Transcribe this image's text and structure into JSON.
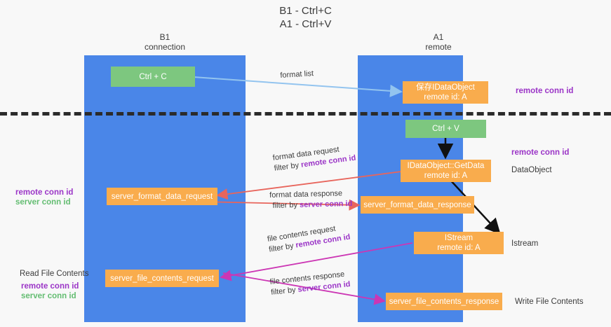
{
  "title": "B1 - Ctrl+C\nA1 - Ctrl+V",
  "columns": [
    {
      "name": "b1",
      "header": "B1\nconnection"
    },
    {
      "name": "a1",
      "header": "A1\nremote"
    }
  ],
  "nodes": {
    "ctrl_c": "Ctrl + C",
    "ctrl_v": "Ctrl + V",
    "idataobject_top": "保存IDataObject\nremote id: A",
    "idataobject_getdata": "IDataObject::GetData\nremote id: A",
    "server_format_data_request": "server_format_data_request",
    "server_format_data_response": "server_format_data_response",
    "istream": "IStream\nremote id: A",
    "server_file_contents_request": "server_file_contents_request",
    "server_file_contents_response": "server_file_contents_response"
  },
  "edges": {
    "format_list": "format list",
    "format_data_request_l1": "format data request",
    "format_data_request_l2_prefix": "filter by ",
    "format_data_request_l2_hl": "remote conn id",
    "format_data_response_l1": "format data response",
    "format_data_response_l2_prefix": "filter by ",
    "format_data_response_l2_hl": "server conn id",
    "file_contents_request_l1": "file contents request",
    "file_contents_request_l2_prefix": "filter by ",
    "file_contents_request_l2_hl": "remote conn id",
    "file_contents_response_l1": "file contents response",
    "file_contents_response_l2_prefix": "filter by ",
    "file_contents_response_l2_hl": "server conn id"
  },
  "annotations": {
    "right_remote_conn_id_top": "remote conn id",
    "right_remote_conn_id_mid": "remote conn id",
    "right_dataobject": "DataObject",
    "right_istream": "Istream",
    "right_write_file_contents": "Write File Contents",
    "left_remote_conn_id": "remote conn id",
    "left_server_conn_id": "server conn id",
    "left_read_file_contents": "Read File Contents",
    "left_remote_conn_id_2": "remote conn id",
    "left_server_conn_id_2": "server conn id"
  },
  "colors": {
    "column_blue": "#4a86e8",
    "node_orange": "#f9ac4d",
    "node_green": "#7dc77f",
    "accent_purple": "#9b35c7",
    "accent_green": "#64bd72",
    "arrow_lightblue": "#93c4ef",
    "arrow_red": "#e8655c",
    "arrow_magenta": "#cc36b4",
    "arrow_black": "#111111",
    "divider_black": "#2b2b2b",
    "background": "#f8f8f8"
  }
}
